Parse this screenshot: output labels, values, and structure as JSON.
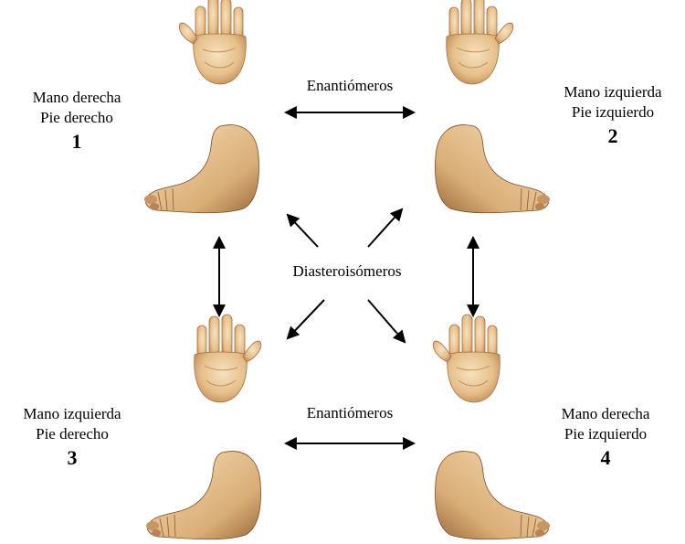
{
  "colors": {
    "skin_light": "#f3dcb6",
    "skin_mid": "#e3b982",
    "skin_dark": "#b07a45",
    "arrow": "#000000",
    "background": "#ffffff"
  },
  "quadrants": [
    {
      "line1": "Mano derecha",
      "line2": "Pie derecho",
      "number": "1"
    },
    {
      "line1": "Mano izquierda",
      "line2": "Pie izquierdo",
      "number": "2"
    },
    {
      "line1": "Mano izquierda",
      "line2": "Pie derecho",
      "number": "3"
    },
    {
      "line1": "Mano derecha",
      "line2": "Pie izquierdo",
      "number": "4"
    }
  ],
  "relations": {
    "top": "Enantiómeros",
    "bottom": "Enantiómeros",
    "center": "Diasteroisómeros"
  },
  "icons": [
    "hand-icon",
    "foot-icon"
  ]
}
